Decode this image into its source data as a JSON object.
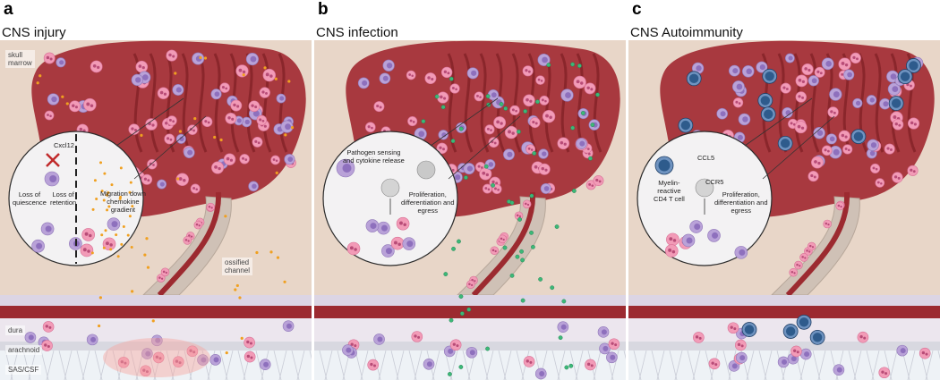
{
  "panels": [
    {
      "letter": "a",
      "title": "CNS injury"
    },
    {
      "letter": "b",
      "title": "CNS infection"
    },
    {
      "letter": "c",
      "title": "CNS Autoimmunity"
    }
  ],
  "layer_labels": {
    "skull_marrow": "skull\nmarrow",
    "ossified_channel": "ossified\nchannel",
    "dura": "dura",
    "arachnoid": "arachnoid",
    "sas_csf": "SAS/CSF"
  },
  "inset_a": {
    "signal": "Cxcl12",
    "loss_quiescence": "Loss of\nquiescence",
    "loss_retention": "Loss of\nretention",
    "migration": "Migration down\nchemokine\ngradient"
  },
  "inset_b": {
    "sensing": "Pathogen sensing\nand cytokine release",
    "outcome": "Proliferation,\ndifferentiation and\negress"
  },
  "inset_c": {
    "ligand": "CCL5",
    "receptor": "CCR5",
    "tcell": "Myelin-\nreactive\nCD4 T cell",
    "outcome": "Proliferation,\ndifferentiation and\negress"
  },
  "colors": {
    "marrow": "#a8393f",
    "bone": "#e8d6c8",
    "vessel": "#9c2a30",
    "dura": "#ece6ee",
    "csf": "#eef2f6",
    "neutrophil": "#f29bb7",
    "monocyte": "#b9a2d8",
    "tcell": "#2e5b8c",
    "chemokine": "#f0a020",
    "pathogen": "#3cb878"
  }
}
